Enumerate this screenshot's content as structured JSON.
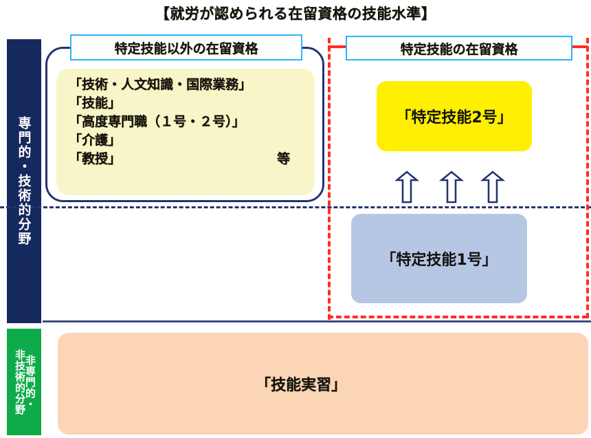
{
  "title": "【就労が認められる在留資格の技能水準】",
  "axis_labels": {
    "specialized": "専門的・技術的分野",
    "non_specialized_line1": "非専門的・",
    "non_specialized_line2": "非技術的分野"
  },
  "headers": {
    "left": "特定技能以外の在留資格",
    "right": "特定技能の在留資格"
  },
  "other_qualifications": {
    "items": [
      "「技術・人文知識・国際業務」",
      "「技能」",
      "「高度専門職（１号・２号）」",
      "「介護」",
      "「教授」"
    ],
    "etc_label": "等"
  },
  "specified_skills": {
    "tier2": "「特定技能2号」",
    "tier1": "「特定技能1号」",
    "transition_arrows": 3
  },
  "internship": {
    "label": "「技能実習」"
  },
  "colors": {
    "navy_bar": "#16295F",
    "green_bar": "#0FAB4B",
    "header_border": "#29B6F6",
    "yellow_panel": "#F8F6C8",
    "tier2_yellow": "#FFEF00",
    "tier1_blue": "#B6C7E3",
    "internship_peach": "#FBD5B5",
    "red_dashed": "#FF2D20",
    "navy_outline": "#23356E"
  }
}
